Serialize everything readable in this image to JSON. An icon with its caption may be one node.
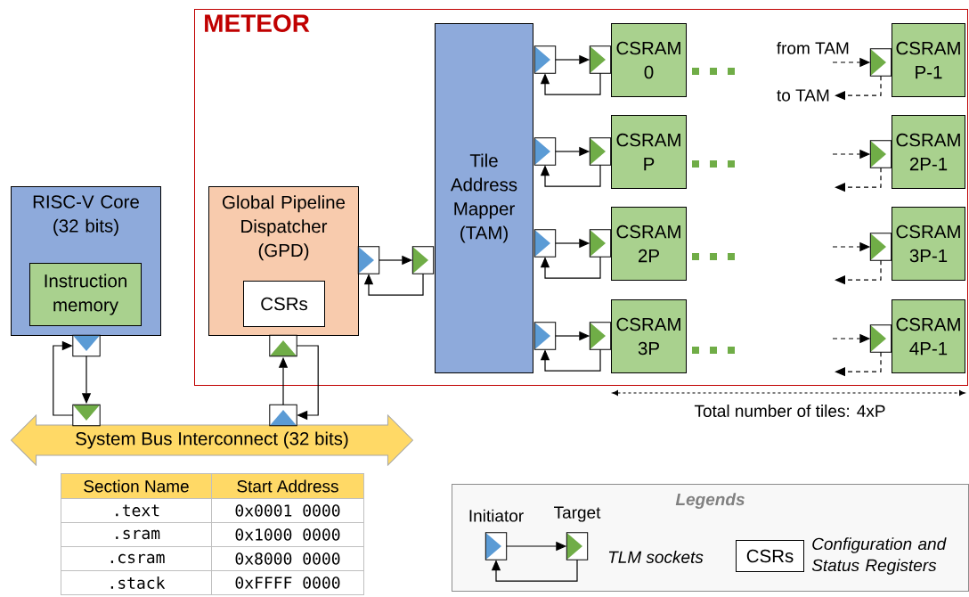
{
  "diagram": {
    "nodes": [
      {
        "text": [
          "METEOR"
        ]
      },
      {
        "text": [
          "RISC-V Core (32 bits)"
        ]
      },
      {
        "text": [
          "Instruction memory"
        ],
        "in": 1
      },
      {
        "text": [
          "Global Pipeline Dispatcher (GPD)"
        ],
        "in": 0
      },
      {
        "text": [
          "CSRs"
        ],
        "in": 3
      },
      {
        "text": [
          "Tile Address Mapper (TAM)"
        ],
        "in": 0
      },
      {
        "text": [
          "CSRAM 0"
        ],
        "in": 0
      },
      {
        "text": [
          "CSRAM P"
        ],
        "in": 0
      },
      {
        "text": [
          "CSRAM 2P"
        ],
        "in": 0
      },
      {
        "text": [
          "CSRAM 3P"
        ],
        "in": 0
      },
      {
        "text": [
          "CSRAM P-1"
        ],
        "in": 0
      },
      {
        "text": [
          "CSRAM 2P-1"
        ],
        "in": 0
      },
      {
        "text": [
          "CSRAM 3P-1"
        ],
        "in": 0
      },
      {
        "text": [
          "CSRAM 4P-1"
        ],
        "in": 0
      },
      {
        "text": [
          "System Bus Interconnect (32 bits)"
        ]
      },
      {
        "text": [],
        "shape": "box"
      },
      {
        "text": [],
        "shape": "box"
      },
      {
        "text": [],
        "shape": "box"
      },
      {
        "text": [],
        "shape": "box",
        "in": 0
      },
      {
        "text": [],
        "shape": "box",
        "in": 0
      },
      {
        "text": [],
        "shape": "box",
        "in": 0
      },
      {
        "text": [],
        "shape": "box",
        "in": 0
      },
      {
        "text": [],
        "shape": "box",
        "in": 0
      },
      {
        "text": [],
        "shape": "box",
        "in": 0
      },
      {
        "text": [],
        "shape": "box",
        "in": 0
      },
      {
        "text": [],
        "shape": "box",
        "in": 0
      },
      {
        "text": [],
        "shape": "box",
        "in": 0
      },
      {
        "text": [],
        "shape": "box",
        "in": 0
      },
      {
        "text": [],
        "shape": "box",
        "in": 0
      },
      {
        "text": [],
        "shape": "box",
        "in": 0
      },
      {
        "text": [],
        "shape": "box",
        "in": 0
      },
      {
        "text": [],
        "shape": "box",
        "in": 0
      },
      {
        "text": [],
        "shape": "box",
        "in": 0
      },
      {
        "text": [
          "Legends"
        ]
      },
      {
        "text": [],
        "shape": "box",
        "in": 33,
        "beside": [
          "Initiator"
        ]
      },
      {
        "text": [],
        "shape": "box",
        "in": 33,
        "beside": [
          "Target"
        ]
      },
      {
        "text": [
          "CSRs"
        ],
        "in": 33
      }
    ],
    "edges": [
      {
        "from": 15,
        "to": 16,
        "arrow": "to"
      },
      {
        "from": 16,
        "to": 15,
        "arrow": "to"
      },
      {
        "from": 17,
        "to": 18,
        "arrow": "to"
      },
      {
        "from": 18,
        "to": 17,
        "arrow": "to"
      },
      {
        "from": 19,
        "to": 20,
        "arrow": "to"
      },
      {
        "from": 20,
        "to": 19,
        "arrow": "to"
      },
      {
        "from": 21,
        "to": 25,
        "arrow": "to"
      },
      {
        "from": 25,
        "to": 21,
        "arrow": "to"
      },
      {
        "from": 22,
        "to": 26,
        "arrow": "to"
      },
      {
        "from": 26,
        "to": 22,
        "arrow": "to"
      },
      {
        "from": 23,
        "to": 27,
        "arrow": "to"
      },
      {
        "from": 27,
        "to": 23,
        "arrow": "to"
      },
      {
        "from": 24,
        "to": 28,
        "arrow": "to"
      },
      {
        "from": 28,
        "to": 24,
        "arrow": "to"
      },
      {
        "from": null,
        "to": 29,
        "arrow": "to",
        "style": "dashed",
        "label": "from TAM"
      },
      {
        "from": 29,
        "to": null,
        "arrow": "to",
        "style": "dashed",
        "label": "to TAM"
      },
      {
        "from": null,
        "to": 30,
        "arrow": "to",
        "style": "dashed"
      },
      {
        "from": 30,
        "to": null,
        "arrow": "to",
        "style": "dashed"
      },
      {
        "from": null,
        "to": 31,
        "arrow": "to",
        "style": "dashed"
      },
      {
        "from": 31,
        "to": null,
        "arrow": "to",
        "style": "dashed"
      },
      {
        "from": null,
        "to": 32,
        "arrow": "to",
        "style": "dashed"
      },
      {
        "from": 32,
        "to": null,
        "arrow": "to",
        "style": "dashed"
      },
      {
        "from": 34,
        "to": 35,
        "arrow": "to"
      },
      {
        "from": 35,
        "to": 34,
        "arrow": "to"
      }
    ],
    "labels": [
      "Total number of tiles: 4xP",
      "Section Name",
      "Start Address",
      ".text",
      "0x0001 0000",
      ".sram",
      "0x1000 0000",
      ".csram",
      "0x8000 0000",
      ".stack",
      "0xFFFF 0000"
    ],
    "legend": [
      {
        "text": "TLM sockets"
      },
      {
        "text": "Configuration and Status Registers"
      }
    ]
  }
}
